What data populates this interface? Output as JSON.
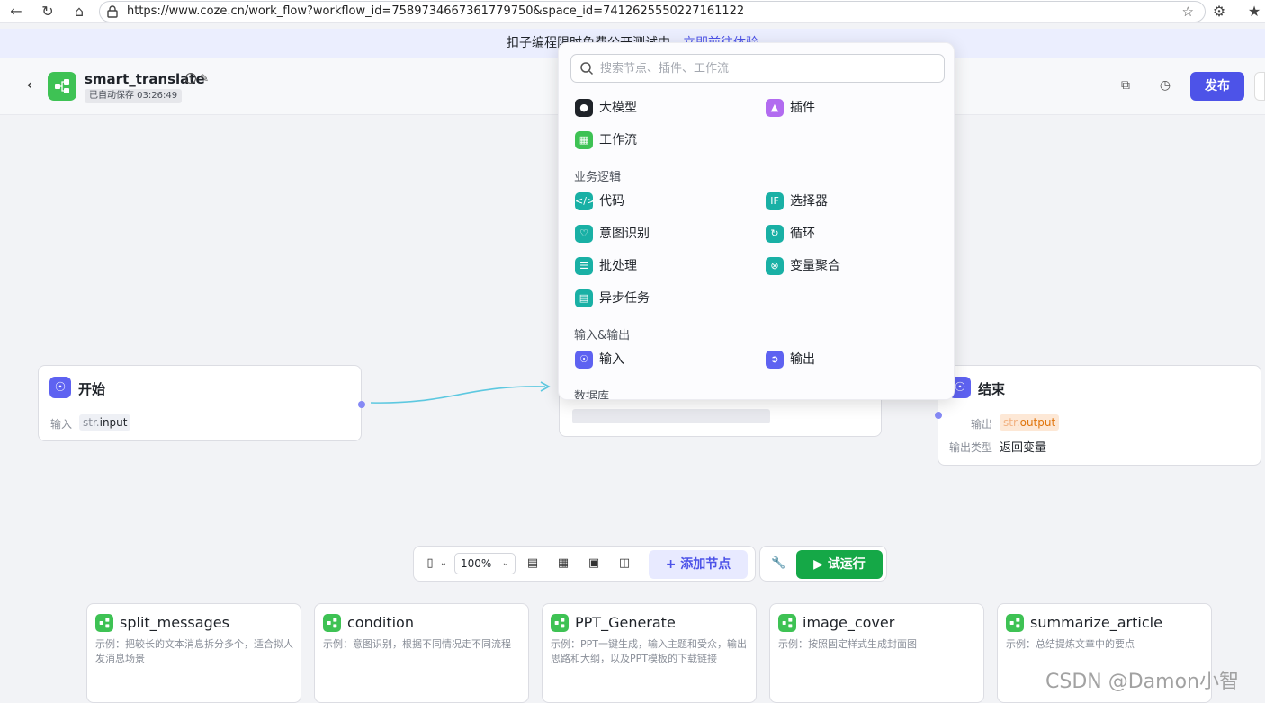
{
  "browser": {
    "url": "https://www.coze.cn/work_flow?workflow_id=7589734667361779750&space_id=7412625550227161122"
  },
  "banner": {
    "text": "扣子编程限时免费公开测试中，",
    "link": "立即前往体验"
  },
  "header": {
    "app_name": "smart_translate",
    "autosave": "已自动保存 03:26:49",
    "publish_label": "发布"
  },
  "colors": {
    "accent": "#4d53e8",
    "run_green": "#15a847",
    "workflow_green": "#3ec254",
    "node_blue": "#5e62f1",
    "teal": "#19b0a5"
  },
  "canvas": {
    "start_node": {
      "title": "开始",
      "input_label": "输入",
      "input_type": "str.",
      "input_name": "input"
    },
    "end_node": {
      "title": "结束",
      "output_label": "输出",
      "output_type": "str.",
      "output_name": "output",
      "output_kind_label": "输出类型",
      "output_kind_value": "返回变量"
    }
  },
  "toolbar": {
    "zoom": "100%",
    "add_node_label": "添加节点",
    "run_label": "试运行"
  },
  "panel": {
    "search_placeholder": "搜索节点、插件、工作流",
    "top_items": [
      {
        "label": "大模型",
        "icon": "llm-icon"
      },
      {
        "label": "插件",
        "icon": "plugin-icon"
      },
      {
        "label": "工作流",
        "icon": "workflow-icon"
      }
    ],
    "sections": [
      {
        "title": "业务逻辑",
        "items": [
          {
            "label": "代码",
            "icon": "code-icon"
          },
          {
            "label": "选择器",
            "icon": "selector-icon"
          },
          {
            "label": "意图识别",
            "icon": "intent-icon"
          },
          {
            "label": "循环",
            "icon": "loop-icon"
          },
          {
            "label": "批处理",
            "icon": "batch-icon"
          },
          {
            "label": "变量聚合",
            "icon": "variable-merge-icon"
          },
          {
            "label": "异步任务",
            "icon": "async-task-icon"
          }
        ]
      },
      {
        "title": "输入&输出",
        "items": [
          {
            "label": "输入",
            "icon": "input-icon"
          },
          {
            "label": "输出",
            "icon": "output-icon"
          }
        ]
      },
      {
        "title": "数据库",
        "items": []
      }
    ]
  },
  "templates": [
    {
      "title": "split_messages",
      "desc": "示例：把较长的文本消息拆分多个，适合拟人发消息场景"
    },
    {
      "title": "condition",
      "desc": "示例：意图识别，根据不同情况走不同流程"
    },
    {
      "title": "PPT_Generate",
      "desc": "示例：PPT一键生成，输入主题和受众，输出思路和大纲，以及PPT模板的下载链接"
    },
    {
      "title": "image_cover",
      "desc": "示例：按照固定样式生成封面图"
    },
    {
      "title": "summarize_article",
      "desc": "示例：总结提炼文章中的要点"
    }
  ],
  "watermark": "CSDN @Damon小智"
}
